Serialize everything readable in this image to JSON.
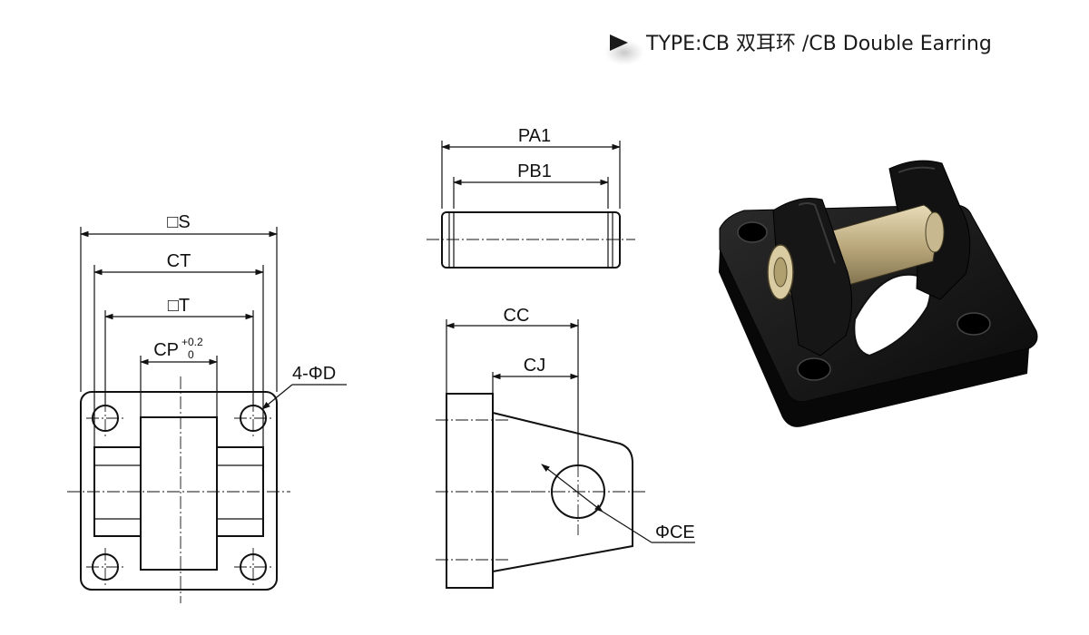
{
  "header": {
    "title": "TYPE:CB 双耳环 /CB Double Earring",
    "marker_icon": "triangle-right-icon"
  },
  "front_view": {
    "dim_s": "□S",
    "dim_ct": "CT",
    "dim_t": "□T",
    "dim_cp": "CP",
    "dim_cp_upper": "+0.2",
    "dim_cp_lower": "0",
    "dim_holes": "4-ΦD"
  },
  "pin_view": {
    "dim_pa1": "PA1",
    "dim_pb1": "PB1"
  },
  "side_view": {
    "dim_cc": "CC",
    "dim_cj": "CJ",
    "dim_ce": "ΦCE"
  },
  "photo": {
    "body_color": "#151515",
    "pin_color": "#b9a77a"
  }
}
